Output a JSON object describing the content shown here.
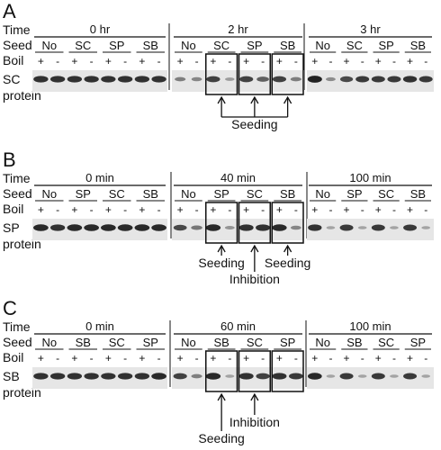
{
  "panels": [
    {
      "letter": "A",
      "time_label": "Time",
      "seed_label": "Seed",
      "boil_label": "Boil",
      "protein_label_1": "SC",
      "protein_label_2": "protein",
      "timepoints": [
        "0 hr",
        "2 hr",
        "3 hr"
      ],
      "seeds": [
        "No",
        "SC",
        "SP",
        "SB"
      ],
      "boil_marks": [
        "+",
        "-"
      ],
      "boxed_seeds": [
        "SC",
        "SP",
        "SB"
      ],
      "annotations": [
        {
          "text": "Seeding",
          "arrow_targets": [
            "SC",
            "SP",
            "SB"
          ]
        }
      ],
      "band_intensity": [
        [
          0.85,
          0.85,
          0.85,
          0.85,
          0.85,
          0.85,
          0.85,
          0.85
        ],
        [
          0.35,
          0.3,
          0.75,
          0.15,
          0.75,
          0.55,
          0.75,
          0.35
        ],
        [
          0.95,
          0.25,
          0.7,
          0.8,
          0.8,
          0.8,
          0.85,
          0.8
        ]
      ]
    },
    {
      "letter": "B",
      "time_label": "Time",
      "seed_label": "Seed",
      "boil_label": "Boil",
      "protein_label_1": "SP",
      "protein_label_2": "protein",
      "timepoints": [
        "0 min",
        "40 min",
        "100 min"
      ],
      "seeds_row": [
        [
          "No",
          "SP",
          "SC",
          "SB"
        ],
        [
          "No",
          "SP",
          "SC",
          "SB"
        ],
        [
          "No",
          "SP",
          "SC",
          "SB"
        ]
      ],
      "boil_marks": [
        "+",
        "-"
      ],
      "boxed_seeds": [
        "SP",
        "SC",
        "SB"
      ],
      "annotations": [
        {
          "text": "Seeding",
          "arrow_target": "SP"
        },
        {
          "text": "Inhibition",
          "arrow_target": "SC"
        },
        {
          "text": "Seeding",
          "arrow_target": "SB"
        }
      ],
      "band_intensity": [
        [
          0.9,
          0.85,
          0.9,
          0.9,
          0.9,
          0.9,
          0.9,
          0.9
        ],
        [
          0.7,
          0.4,
          0.9,
          0.2,
          0.85,
          0.85,
          0.9,
          0.3
        ],
        [
          0.85,
          0.1,
          0.8,
          0.1,
          0.8,
          0.1,
          0.8,
          0.1
        ]
      ]
    },
    {
      "letter": "C",
      "time_label": "Time",
      "seed_label": "Seed",
      "boil_label": "Boil",
      "protein_label_1": "SB",
      "protein_label_2": "protein",
      "timepoints": [
        "0 min",
        "60 min",
        "100 min"
      ],
      "seeds_row": [
        [
          "No",
          "SB",
          "SC",
          "SP"
        ],
        [
          "No",
          "SB",
          "SC",
          "SP"
        ],
        [
          "No",
          "SB",
          "SC",
          "SP"
        ]
      ],
      "boil_marks": [
        "+",
        "-"
      ],
      "boxed_seeds": [
        "SB",
        "SC",
        "SP"
      ],
      "annotations": [
        {
          "text": "Seeding",
          "arrow_target": "SB"
        },
        {
          "text": "Inhibition",
          "arrow_target": "SC"
        }
      ],
      "band_intensity": [
        [
          0.85,
          0.85,
          0.85,
          0.85,
          0.85,
          0.85,
          0.85,
          0.9
        ],
        [
          0.75,
          0.35,
          0.9,
          0.1,
          0.85,
          0.75,
          0.85,
          0.8
        ],
        [
          0.9,
          0.1,
          0.8,
          0.1,
          0.8,
          0.1,
          0.8,
          0.1
        ]
      ]
    }
  ],
  "colors": {
    "background": "#ffffff",
    "blot_background": "#e6e6e6",
    "band": "#1a1a1a",
    "ink": "#111111"
  }
}
